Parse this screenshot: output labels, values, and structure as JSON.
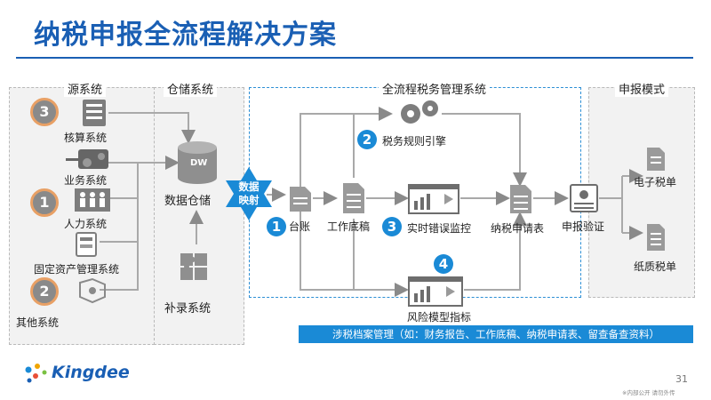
{
  "title": "纳税申报全流程解决方案",
  "sections": {
    "source": "源系统",
    "warehouse": "仓储系统",
    "fullflow": "全流程税务管理系统",
    "declare_mode": "申报模式"
  },
  "source_items": {
    "accounting": "核算系统",
    "business": "业务系统",
    "hr": "人力系统",
    "fixed_assets": "固定资产管理系统",
    "other": "其他系统"
  },
  "warehouse_items": {
    "dw_icon": "DW",
    "data_warehouse": "数据仓储",
    "supplement": "补录系统"
  },
  "mapping": {
    "line1": "数据",
    "line2": "映射"
  },
  "flow_items": {
    "ledger": "台账",
    "worksheet": "工作底稿",
    "rule_engine": "税务规则引擎",
    "realtime_monitor": "实时错误监控",
    "tax_return": "纳税申请表",
    "verify": "申报验证",
    "risk_model": "风险模型指标"
  },
  "declare_items": {
    "e_form": "电子税单",
    "paper_form": "纸质税单"
  },
  "badges": {
    "src_top": "3",
    "src_mid": "1",
    "src_bottom": "2",
    "ledger": "1",
    "rule_engine": "2",
    "monitor": "3",
    "risk": "4"
  },
  "archive_bar": "涉税档案管理（如：财务报告、工作底稿、纳税申请表、留查备查资料）",
  "footer": {
    "logo": "Kingdee",
    "page": "31",
    "note": "※内部公开 请勿外传"
  },
  "colors": {
    "brand_blue": "#1a5fb4",
    "accent_blue": "#1a8ad6",
    "badge_ring": "#e8a065",
    "panel_gray": "#f2f2f2"
  }
}
